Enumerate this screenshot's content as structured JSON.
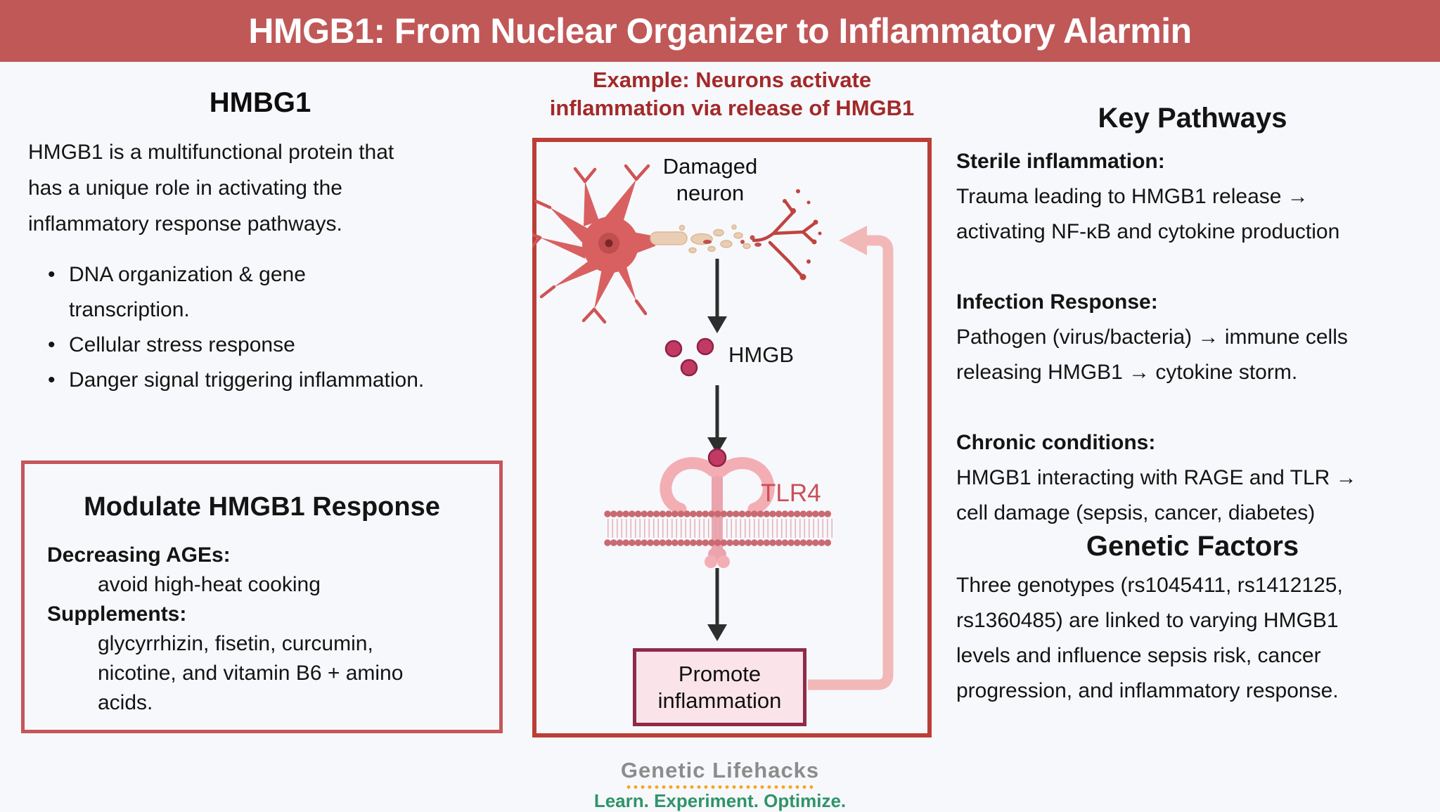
{
  "banner": {
    "title": "HMGB1: From Nuclear Organizer to Inflammatory Alarmin"
  },
  "left": {
    "heading": "HMBG1",
    "paragraph": [
      "HMGB1 is a multifunctional protein that",
      "has a unique role in activating the",
      "inflammatory response pathways."
    ],
    "bullet_marker": "•",
    "bullets": [
      [
        "DNA organization & gene",
        "transcription."
      ],
      [
        "Cellular stress response"
      ],
      [
        "Danger signal triggering inflammation."
      ]
    ]
  },
  "modulate_box": {
    "heading": "Modulate HMGB1 Response",
    "items": [
      {
        "label": "Decreasing AGEs:",
        "detail": [
          "avoid high-heat cooking"
        ]
      },
      {
        "label": "Supplements:",
        "detail": [
          "glycyrrhizin, fisetin, curcumin,",
          "nicotine, and vitamin B6 + amino",
          "acids."
        ]
      }
    ]
  },
  "center": {
    "title_line1": "Example: Neurons activate",
    "title_line2": "inflammation via release of HMGB1",
    "damaged_neuron_label": "Damaged neuron",
    "hmgb_label": "HMGB",
    "tlr4_label": "TLR4",
    "promote_label": "Promote inflammation"
  },
  "right": {
    "heading": "Key Pathways",
    "sections": [
      {
        "title": "Sterile inflammation:",
        "body": [
          "Trauma leading to HMGB1 release →",
          "activating NF-κB and cytokine production"
        ]
      },
      {
        "title": "Infection Response:",
        "body": [
          "Pathogen (virus/bacteria) → immune cells",
          "releasing HMGB1 → cytokine storm."
        ]
      },
      {
        "title": "Chronic conditions:",
        "body": [
          "HMGB1 interacting with RAGE and TLR →",
          "cell damage (sepsis, cancer, diabetes)"
        ]
      }
    ],
    "genetic": {
      "heading": "Genetic Factors",
      "body": [
        "Three genotypes (rs1045411, rs1412125,",
        "rs1360485) are linked to varying HMGB1",
        "levels and influence sepsis risk, cancer",
        "progression, and inflammatory response."
      ]
    }
  },
  "footer": {
    "brand": "Genetic Lifehacks",
    "tagline": "Learn. Experiment. Optimize."
  },
  "colors": {
    "banner_bg": "#c05858",
    "page_bg": "#f7f8fb",
    "center_title_red": "#a32929",
    "center_box_border": "#bb3e37",
    "modulate_box_border": "#c5565c",
    "promote_fill": "#fbe3ea",
    "promote_border": "#8e2b4b",
    "hmgb_dot": "#c13a64",
    "tlr4_label": "#ca4f57",
    "membrane": "#c96a72",
    "feedback_arrow": "#f2b8b8",
    "neuron_body": "#d96060",
    "myelin": "#e9ceb5",
    "brand_gray": "#8c8c8c",
    "tagline_green": "#2f9469",
    "divider_orange": "#f5a623"
  }
}
